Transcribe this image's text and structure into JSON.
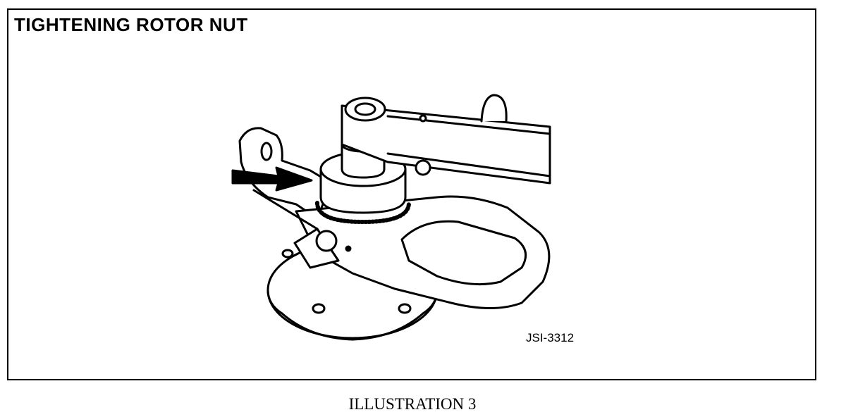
{
  "figure": {
    "title": "TIGHTENING ROTOR NUT",
    "code": "JSI-3312",
    "caption": "ILLUSTRATION 3"
  }
}
